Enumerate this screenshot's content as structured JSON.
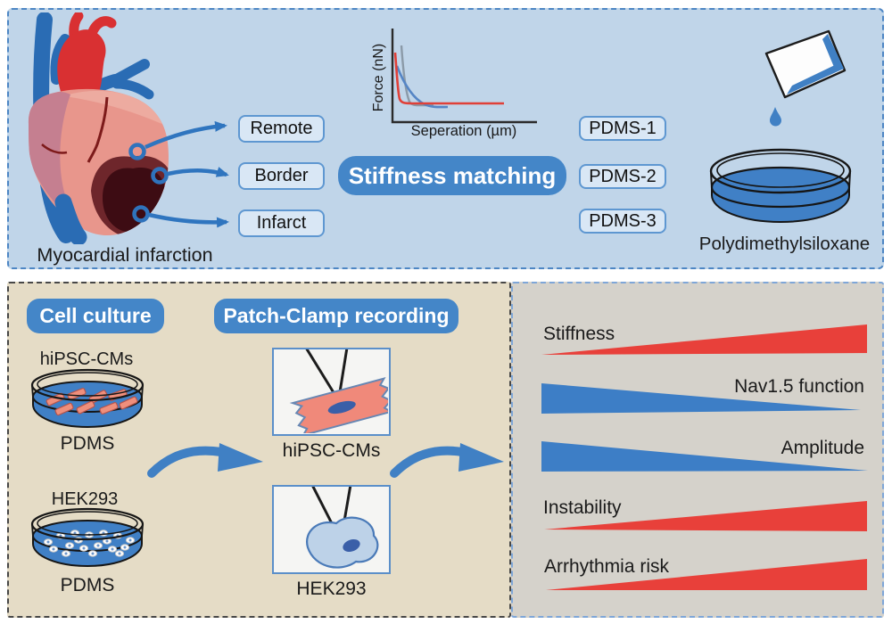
{
  "colors": {
    "accent_blue": "#4486c8",
    "panel_blue": "#c0d5e9",
    "panel_tan": "#e5dcc6",
    "panel_gray": "#d5d2cb",
    "red": "#e8403a",
    "wedge_blue": "#3d7ec6"
  },
  "top_panel": {
    "heart_caption": "Myocardial infarction",
    "region_boxes": [
      "Remote",
      "Border",
      "Infarct"
    ],
    "graph": {
      "ylabel": "Force (nN)",
      "xlabel": "Seperation (µm)",
      "curve_colors": [
        "gray",
        "blue",
        "red"
      ]
    },
    "pill_label": "Stiffness matching",
    "pdms_boxes": [
      "PDMS-1",
      "PDMS-2",
      "PDMS-3"
    ],
    "dish_caption": "Polydimethylsiloxane"
  },
  "bottom_left_panel": {
    "pill_cell_culture": "Cell culture",
    "pill_patch_clamp": "Patch-Clamp recording",
    "dish1": {
      "top_label": "hiPSC-CMs",
      "bottom_label": "PDMS"
    },
    "dish2": {
      "top_label": "HEK293",
      "bottom_label": "PDMS"
    },
    "patch_box1_label": "hiPSC-CMs",
    "patch_box2_label": "HEK293"
  },
  "bottom_right_panel": {
    "rows": [
      {
        "label": "Stiffness",
        "color": "red",
        "trend": "increasing",
        "label_side": "left"
      },
      {
        "label": "Nav1.5 function",
        "color": "blue",
        "trend": "decreasing",
        "label_side": "right"
      },
      {
        "label": "Amplitude",
        "color": "blue",
        "trend": "decreasing",
        "label_side": "right"
      },
      {
        "label": "Instability",
        "color": "red",
        "trend": "increasing",
        "label_side": "left"
      },
      {
        "label": "Arrhythmia risk",
        "color": "red",
        "trend": "increasing",
        "label_side": "left"
      }
    ]
  }
}
